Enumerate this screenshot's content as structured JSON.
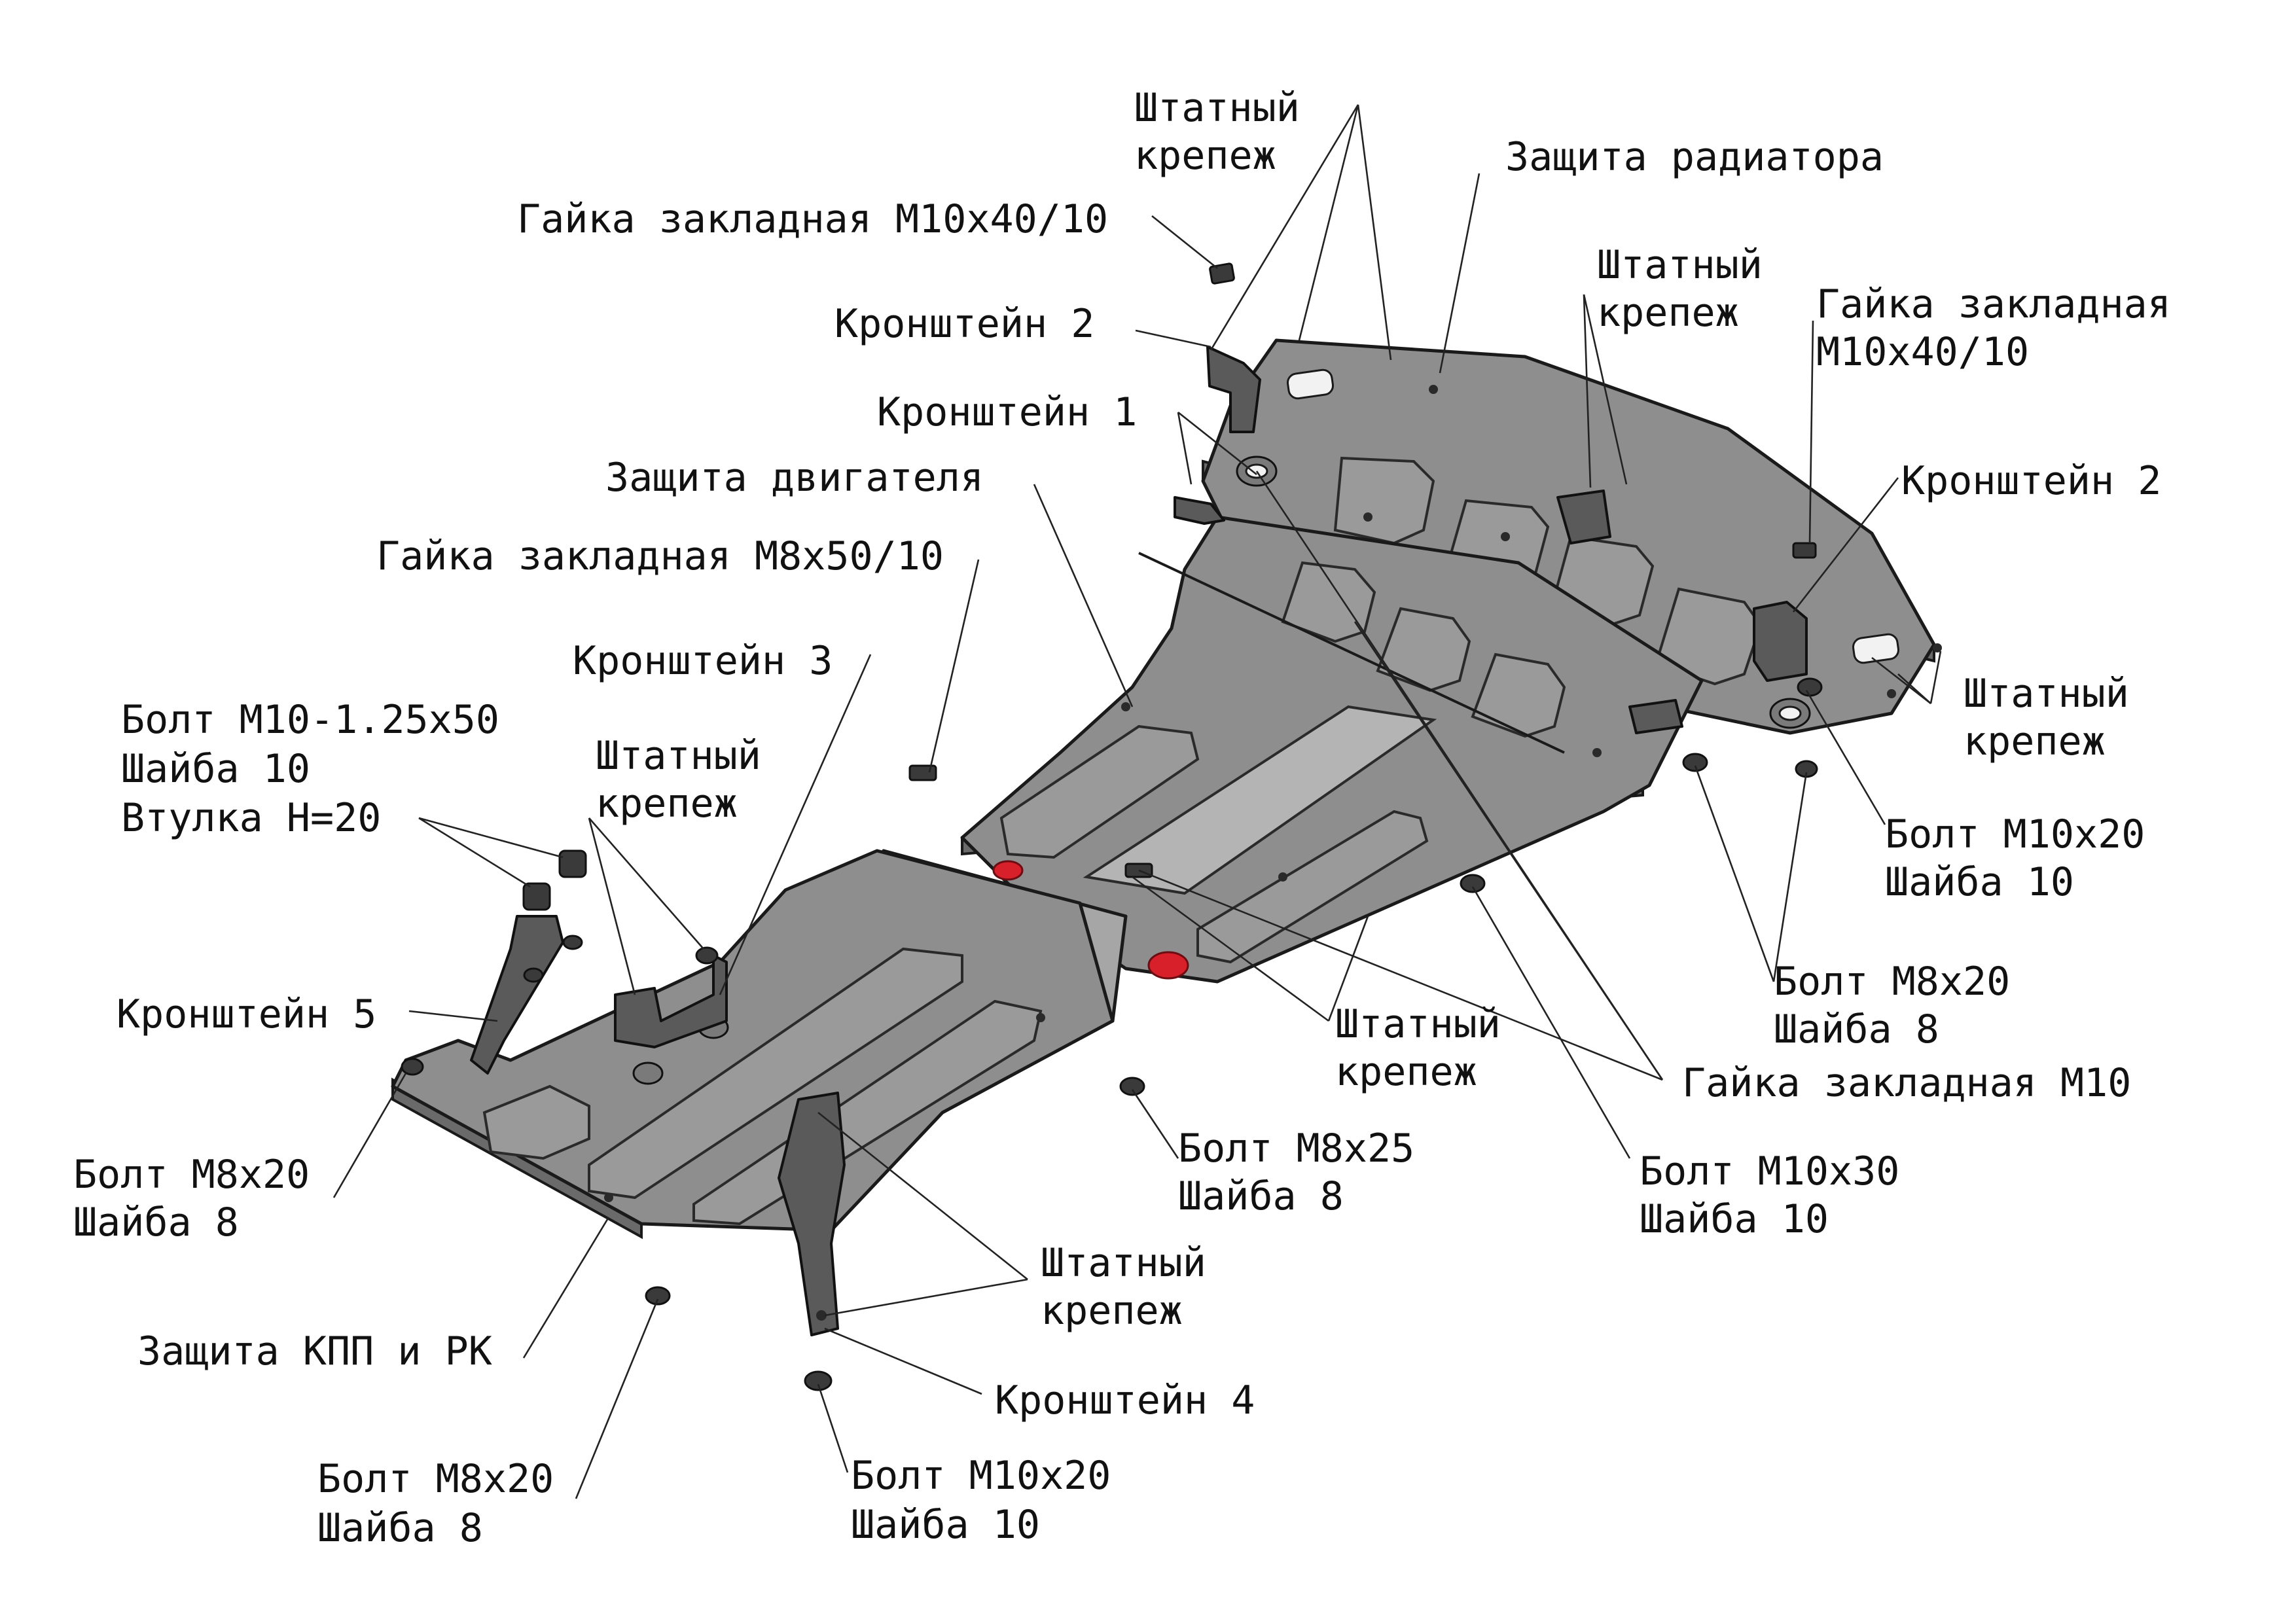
{
  "labels": {
    "shtatny_top": [
      "Штатный",
      "крепеж"
    ],
    "zashchita_radiatora": "Защита радиатора",
    "gaika_top": "Гайка закладная М10х40/10",
    "shtatny_top_mid": [
      "Штатный",
      "крепеж"
    ],
    "gaika_right": [
      "Гайка закладная",
      "М10х40/10"
    ],
    "kronshtein2_left": "Кронштейн 2",
    "kronshtein1": "Кронштейн 1",
    "kronshtein2_right": "Кронштейн 2",
    "zashchita_dvigatelya": "Защита двигателя",
    "gaika_m8": "Гайка закладная М8х50/10",
    "kronshtein3": "Кронштейн 3",
    "shtatny_right": [
      "Штатный",
      "крепеж"
    ],
    "bolt_m10_125": [
      "Болт М10-1.25х50",
      "Шайба 10",
      "Втулка Н=20"
    ],
    "shtatny_left_mid": [
      "Штатный",
      "крепеж"
    ],
    "bolt_m10x20_right": [
      "Болт М10х20",
      "Шайба 10"
    ],
    "bolt_m8x20_right": [
      "Болт М8х20",
      "Шайба 8"
    ],
    "kronshtein5": "Кронштейн 5",
    "shtatny_center": [
      "Штатный",
      "крепеж"
    ],
    "gaika_m10": "Гайка закладная М10",
    "bolt_m8x20_left": [
      "Болт М8х20",
      "Шайба 8"
    ],
    "bolt_m8x25": [
      "Болт М8х25",
      "Шайба 8"
    ],
    "bolt_m10x30": [
      "Болт М10х30",
      "Шайба 10"
    ],
    "shtatny_bottom": [
      "Штатный",
      "крепеж"
    ],
    "zashchita_kpp": "Защита КПП и РК",
    "kronshtein4": "Кронштейн 4",
    "bolt_m8x20_bottom": [
      "Болт М8х20",
      "Шайба 8"
    ],
    "bolt_m10x20_bottom": [
      "Болт М10х20",
      "Шайба 10"
    ]
  },
  "colors": {
    "plate": "#8e8e8e",
    "accent_red": "#d8202a",
    "hardware": "#3a3a3a"
  }
}
